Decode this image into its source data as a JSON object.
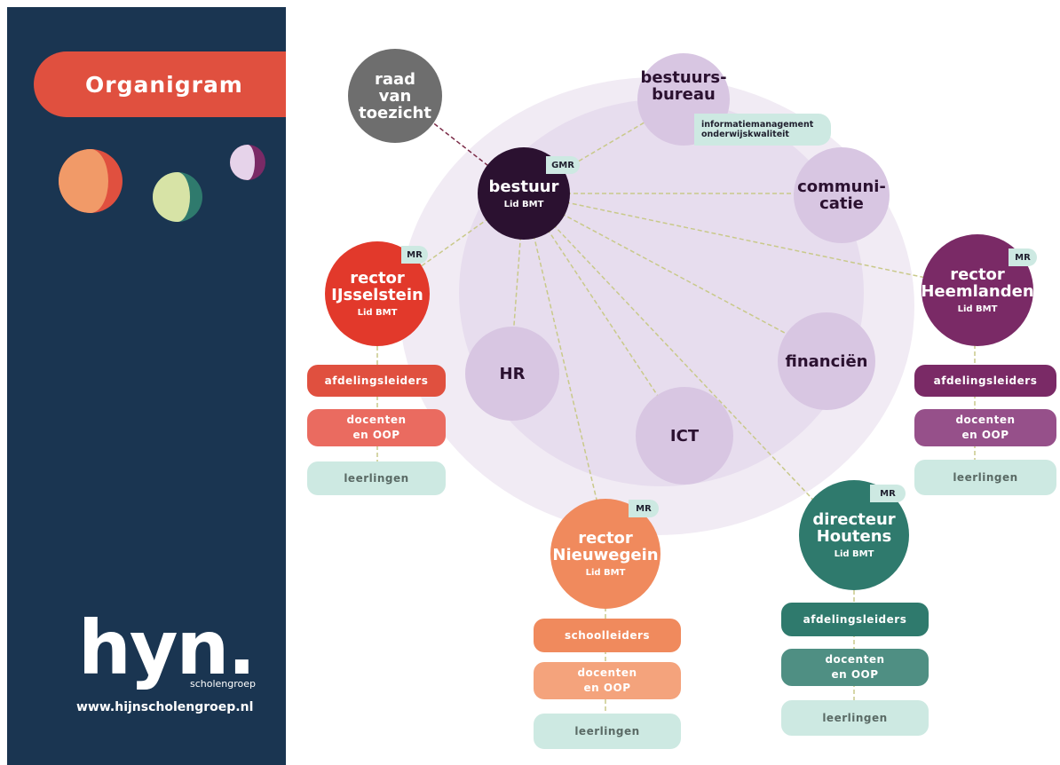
{
  "title": "Organigram",
  "logo": {
    "mark": "hyn.",
    "sub": "scholengroep"
  },
  "url": "www.hijnscholengroep.nl",
  "colors": {
    "navy": "#1a3551",
    "red": "#e0503f",
    "orange": "#f08a5d",
    "purple": "#7a2a66",
    "teal": "#2f7a6d",
    "lavender": "#d8c6e2",
    "dark": "#2b1130",
    "gray": "#6e6e6e",
    "mint": "#cde9e2"
  },
  "nodes": {
    "rvt": {
      "text": "raad\nvan\ntoezicht"
    },
    "bestuursbureau": {
      "text": "bestuurs-\nbureau",
      "info": [
        "informatiemanagement",
        "onderwijskwaliteit"
      ]
    },
    "bestuur": {
      "text": "bestuur",
      "sub": "Lid BMT",
      "tag": "GMR"
    },
    "communicatie": {
      "text": "communi-\ncatie"
    },
    "hr": {
      "text": "HR"
    },
    "ict": {
      "text": "ICT"
    },
    "financien": {
      "text": "financiën"
    },
    "ijsselstein": {
      "text": "rector\nIJsselstein",
      "sub": "Lid BMT",
      "tag": "MR",
      "pills": [
        "afdelingsleiders",
        "docenten\nen OOP",
        "leerlingen"
      ]
    },
    "heemlanden": {
      "text": "rector\nHeemlanden",
      "sub": "Lid BMT",
      "tag": "MR",
      "pills": [
        "afdelingsleiders",
        "docenten\nen OOP",
        "leerlingen"
      ]
    },
    "nieuwegein": {
      "text": "rector\nNieuwegein",
      "sub": "Lid BMT",
      "tag": "MR",
      "pills": [
        "schoolleiders",
        "docenten\nen OOP",
        "leerlingen"
      ]
    },
    "houtens": {
      "text": "directeur\nHoutens",
      "sub": "Lid BMT",
      "tag": "MR",
      "pills": [
        "afdelingsleiders",
        "docenten\nen OOP",
        "leerlingen"
      ]
    }
  }
}
